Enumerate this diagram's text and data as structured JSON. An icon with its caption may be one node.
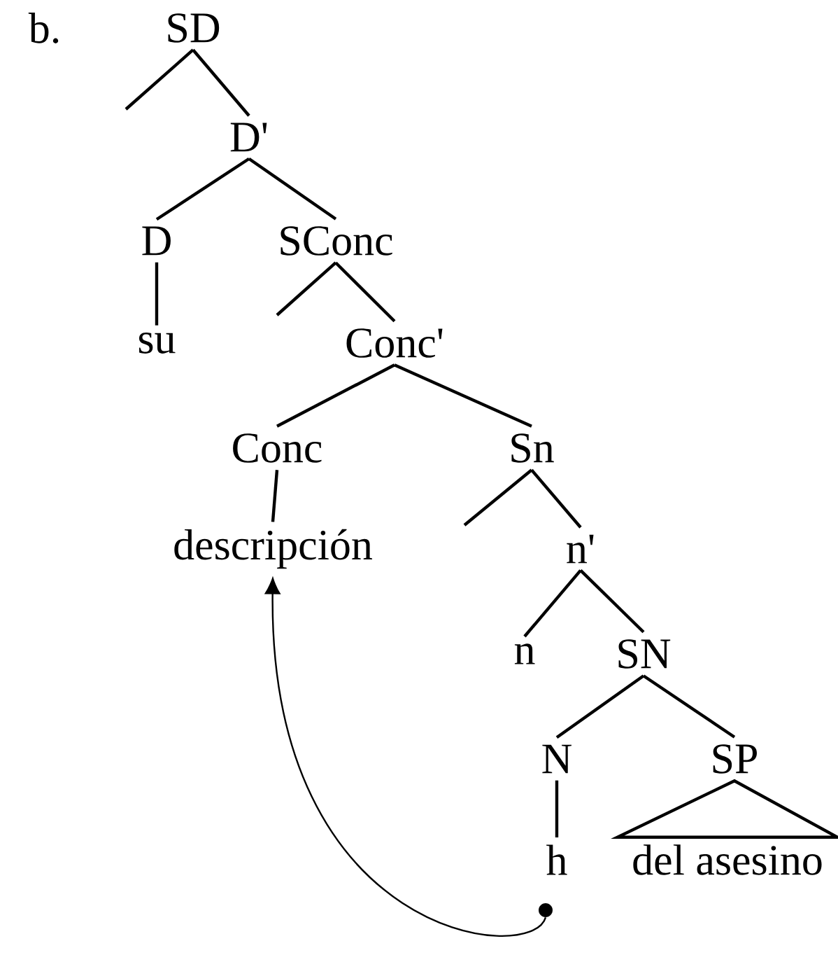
{
  "diagram": {
    "nodes": [
      {
        "text": [
          "SD"
        ]
      },
      {
        "text": [
          "D'"
        ]
      },
      {
        "text": [
          "D"
        ]
      },
      {
        "text": [
          "SConc"
        ]
      },
      {
        "text": [
          "su"
        ]
      },
      {
        "text": [
          "Conc'"
        ]
      },
      {
        "text": [
          "Conc"
        ]
      },
      {
        "text": [
          "Sn"
        ]
      },
      {
        "text": [
          "descripción"
        ]
      },
      {
        "text": [
          "n'"
        ]
      },
      {
        "text": [
          "n"
        ]
      },
      {
        "text": [
          "SN"
        ]
      },
      {
        "text": [
          "N"
        ]
      },
      {
        "text": [
          "SP"
        ]
      },
      {
        "text": [
          "h"
        ]
      },
      {
        "text": [
          "del asesino"
        ]
      },
      {
        "text": [],
        "shape": "circle"
      }
    ],
    "edges": [
      {
        "from": 0,
        "to": null,
        "arrow": "none"
      },
      {
        "from": 0,
        "to": 1,
        "arrow": "none"
      },
      {
        "from": 1,
        "to": 2,
        "arrow": "none"
      },
      {
        "from": 1,
        "to": 3,
        "arrow": "none"
      },
      {
        "from": 2,
        "to": 4,
        "arrow": "none"
      },
      {
        "from": 3,
        "to": null,
        "arrow": "none"
      },
      {
        "from": 3,
        "to": 5,
        "arrow": "none"
      },
      {
        "from": 5,
        "to": 6,
        "arrow": "none"
      },
      {
        "from": 5,
        "to": 7,
        "arrow": "none"
      },
      {
        "from": 6,
        "to": 8,
        "arrow": "none"
      },
      {
        "from": 7,
        "to": null,
        "arrow": "none"
      },
      {
        "from": 7,
        "to": 9,
        "arrow": "none"
      },
      {
        "from": 9,
        "to": 10,
        "arrow": "none"
      },
      {
        "from": 9,
        "to": 11,
        "arrow": "none"
      },
      {
        "from": 11,
        "to": 12,
        "arrow": "none"
      },
      {
        "from": 11,
        "to": 13,
        "arrow": "none"
      },
      {
        "from": 12,
        "to": 14,
        "arrow": "none"
      },
      {
        "from": 13,
        "to": 15,
        "arrow": "none"
      },
      {
        "from": 16,
        "to": 8,
        "arrow": "to"
      }
    ],
    "labels": [
      "b."
    ]
  }
}
